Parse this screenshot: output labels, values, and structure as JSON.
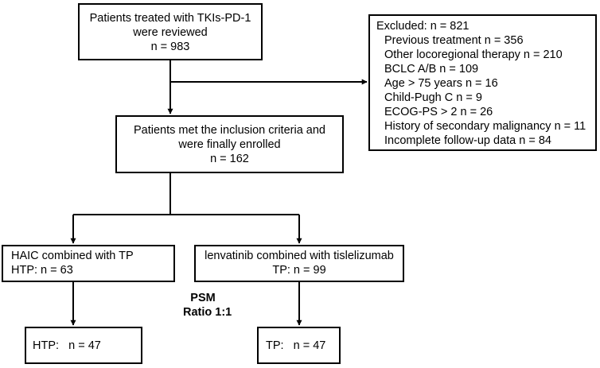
{
  "top": {
    "line1": "Patients treated with TKIs-PD-1",
    "line2": "were reviewed",
    "line3": "n = 983"
  },
  "excluded": {
    "title": "Excluded: n = 821",
    "items": [
      "Previous treatment n = 356",
      "Other locoregional therapy n = 210",
      "BCLC A/B n = 109",
      "Age > 75 years n = 16",
      "Child-Pugh C n = 9",
      "ECOG-PS > 2 n = 26",
      "History of secondary malignancy n = 11",
      "Incomplete follow-up data n = 84"
    ]
  },
  "inclusion": {
    "line1": "Patients met the inclusion criteria and",
    "line2": "were finally enrolled",
    "line3": "n = 162"
  },
  "htp_group": {
    "line1": "HAIC combined with TP",
    "line2": "HTP:  n = 63"
  },
  "tp_group": {
    "line1": "lenvatinib combined with tislelizumab",
    "line2": "TP:  n = 99"
  },
  "psm": {
    "line1": "PSM",
    "line2": "Ratio 1:1"
  },
  "htp_matched": {
    "label": "HTP:   n = 47"
  },
  "tp_matched": {
    "label": "TP:   n = 47"
  }
}
